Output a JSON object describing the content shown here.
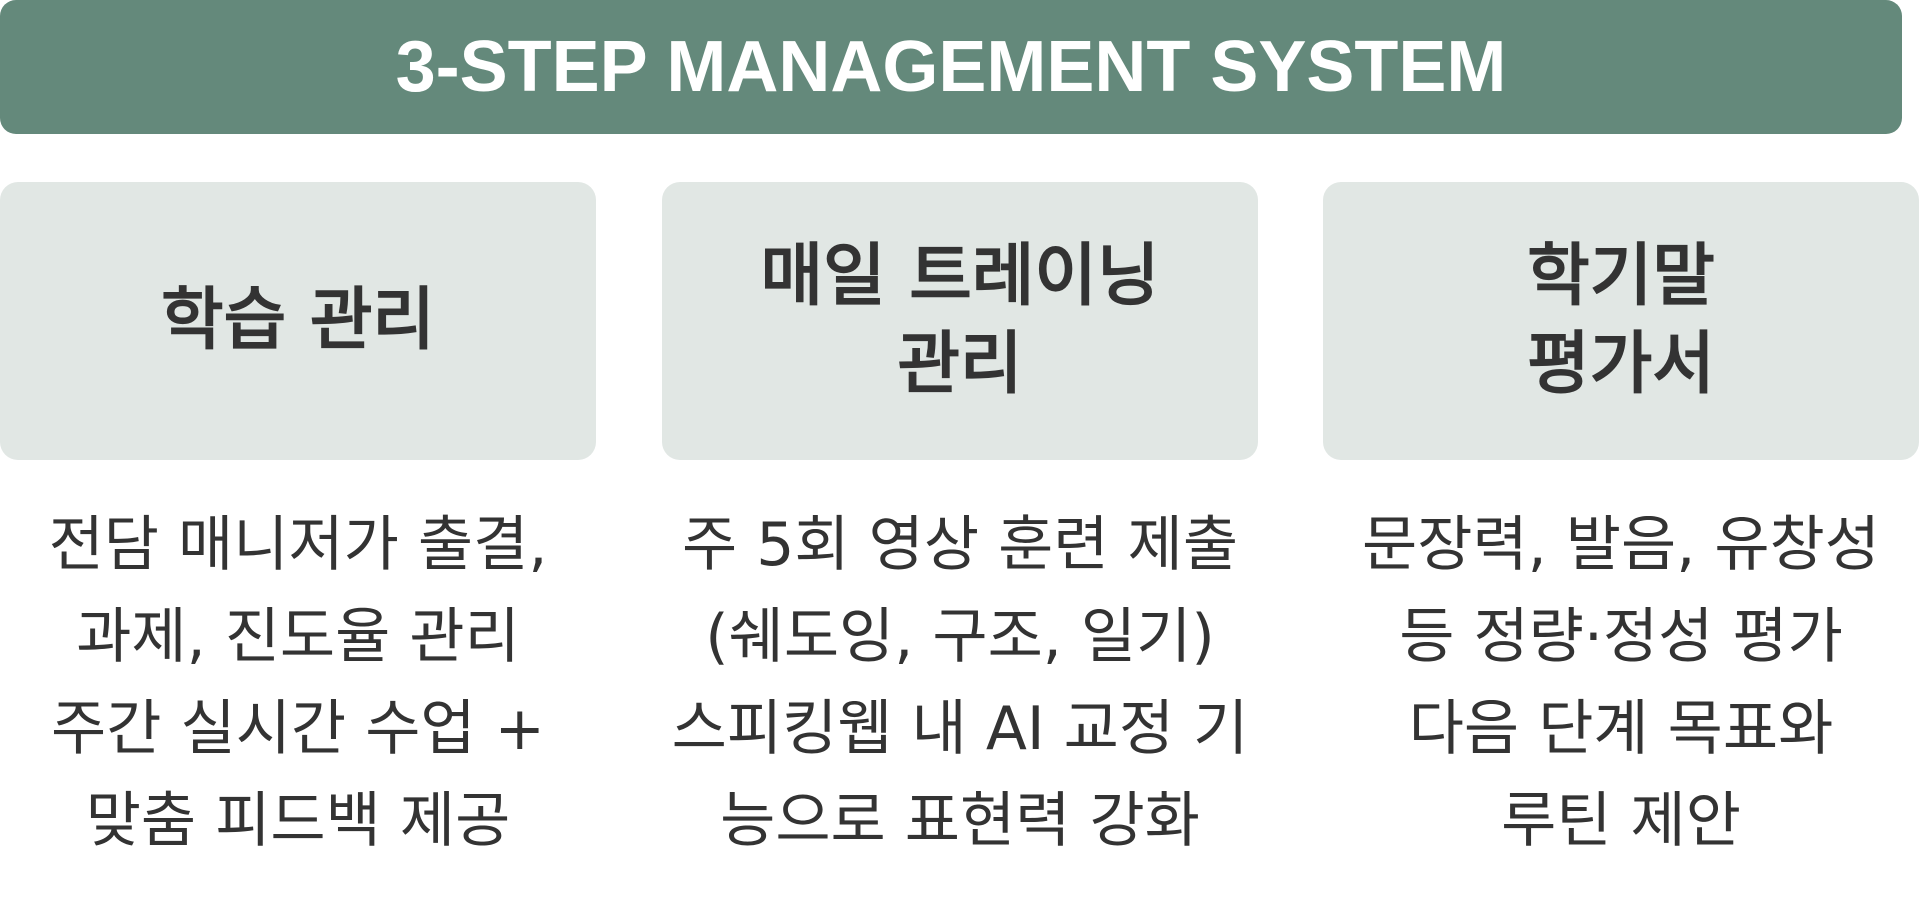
{
  "header": {
    "title": "3-STEP MANAGEMENT SYSTEM",
    "background_color": "#64897b"
  },
  "steps": [
    {
      "title": "학습 관리",
      "card_color": "#e1e7e4",
      "description_lines": [
        "전담 매니저가 출결,",
        "과제, 진도율 관리",
        "주간 실시간 수업 +",
        "맞춤 피드백 제공"
      ]
    },
    {
      "title": "매일 트레이닝\n관리",
      "card_color": "#e1e7e4",
      "description_lines": [
        "주 5회 영상 훈련 제출",
        "(쉐도잉, 구조, 일기)",
        "스피킹웹 내 AI 교정 기",
        "능으로 표현력 강화"
      ]
    },
    {
      "title": "학기말\n평가서",
      "card_color": "#e1e7e4",
      "description_lines": [
        "문장력, 발음, 유창성",
        "등 정량·정성 평가",
        "다음 단계 목표와",
        "루틴 제안"
      ]
    }
  ]
}
